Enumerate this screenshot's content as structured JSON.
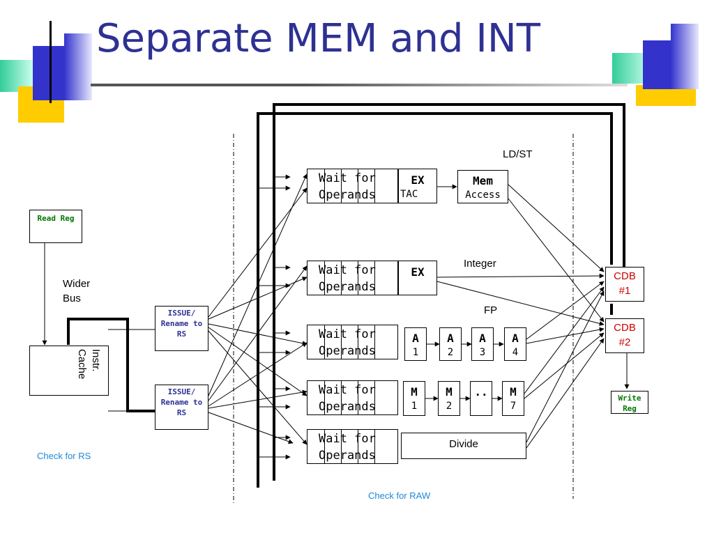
{
  "slide": {
    "title": "Separate MEM and INT"
  },
  "left": {
    "read_reg": "Read Reg",
    "wider_bus_line1": "Wider",
    "wider_bus_line2": "Bus",
    "instr_cache_line1": "Instr.",
    "instr_cache_line2": "Cache",
    "issue_line1": "ISSUE/",
    "issue_line2": "Rename to",
    "issue_line3": "RS",
    "check_rs": "Check for RS"
  },
  "stations": {
    "wait_line1": "Wait for",
    "wait_line2": "Operands"
  },
  "ldst": {
    "label": "LD/ST",
    "ex_top": "EX",
    "ex_bot": "TAC",
    "mem_top": "Mem",
    "mem_bot": "Access"
  },
  "integer": {
    "label": "Integer",
    "ex": "EX"
  },
  "fp": {
    "label": "FP",
    "a_letter": "A",
    "a_nums": [
      "1",
      "2",
      "3",
      "4"
    ],
    "m_letter": "M",
    "m_nums": [
      "1",
      "2",
      "7"
    ],
    "dots": ".."
  },
  "divide": {
    "label": "Divide"
  },
  "cdb": {
    "title": "CDB",
    "num1": "#1",
    "num2": "#2"
  },
  "write_reg": {
    "line1": "Write",
    "line2": "Reg"
  },
  "check_raw": "Check for RAW",
  "colors": {
    "title": "#2e3192",
    "deco_blue": "#3333cc",
    "deco_yellow": "#ffcc00",
    "deco_green": "#33cc99",
    "cdb_red": "#cc0000",
    "reg_green": "#007700",
    "note_blue": "#1e88d8"
  }
}
